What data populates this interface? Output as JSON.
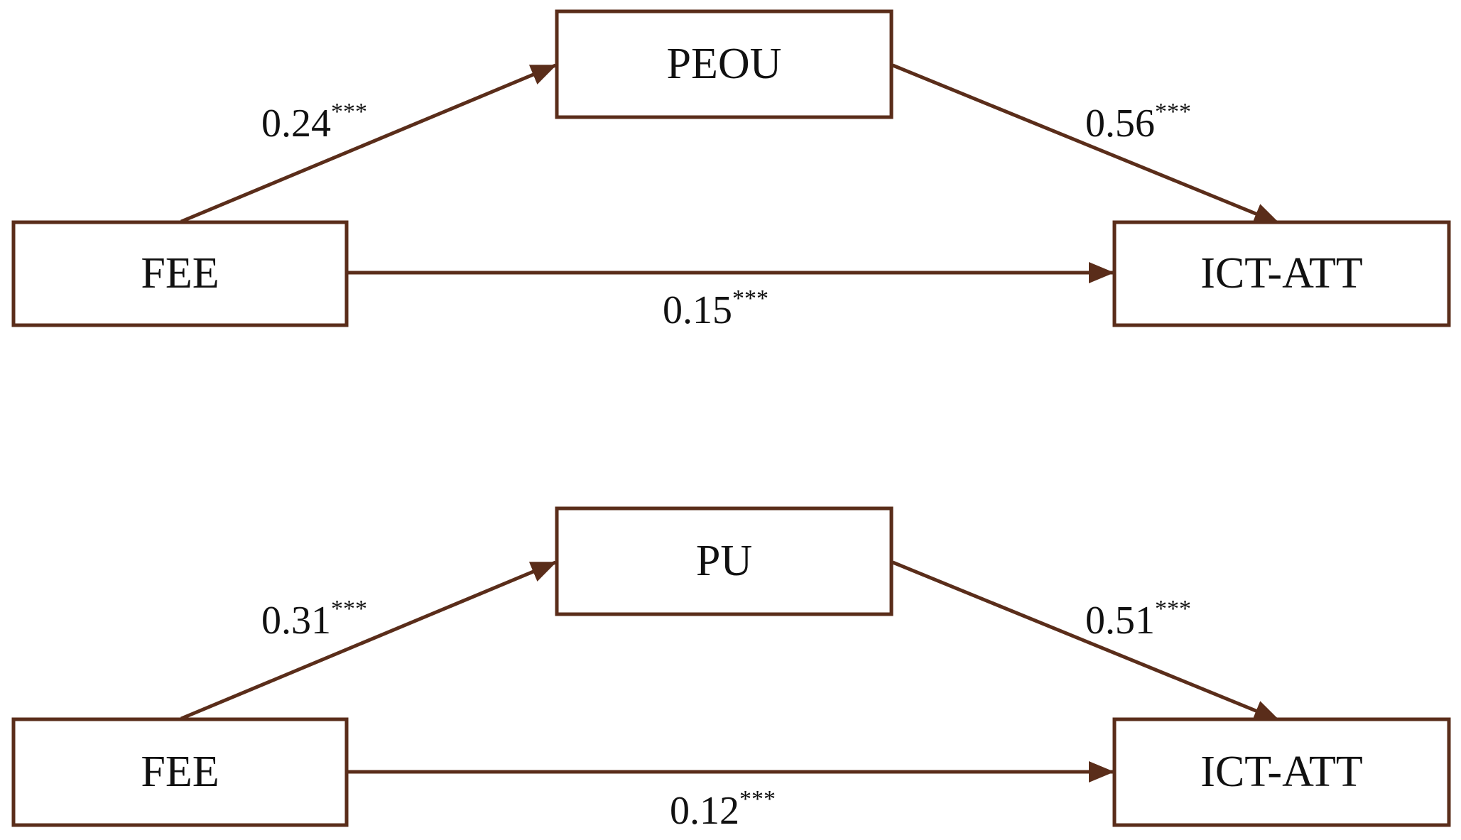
{
  "colors": {
    "box_stroke": "#5a2d1a",
    "arrow": "#5a2d1a",
    "text": "#111111"
  },
  "panels": [
    {
      "id": "top",
      "nodes": {
        "predictor": "FEE",
        "mediator": "PEOU",
        "outcome": "ICT-ATT"
      },
      "paths": {
        "a": {
          "coef": "0.24",
          "sig": "***"
        },
        "b": {
          "coef": "0.56",
          "sig": "***"
        },
        "c": {
          "coef": "0.15",
          "sig": "***"
        }
      }
    },
    {
      "id": "bottom",
      "nodes": {
        "predictor": "FEE",
        "mediator": "PU",
        "outcome": "ICT-ATT"
      },
      "paths": {
        "a": {
          "coef": "0.31",
          "sig": "***"
        },
        "b": {
          "coef": "0.51",
          "sig": "***"
        },
        "c": {
          "coef": "0.12",
          "sig": "***"
        }
      }
    }
  ]
}
